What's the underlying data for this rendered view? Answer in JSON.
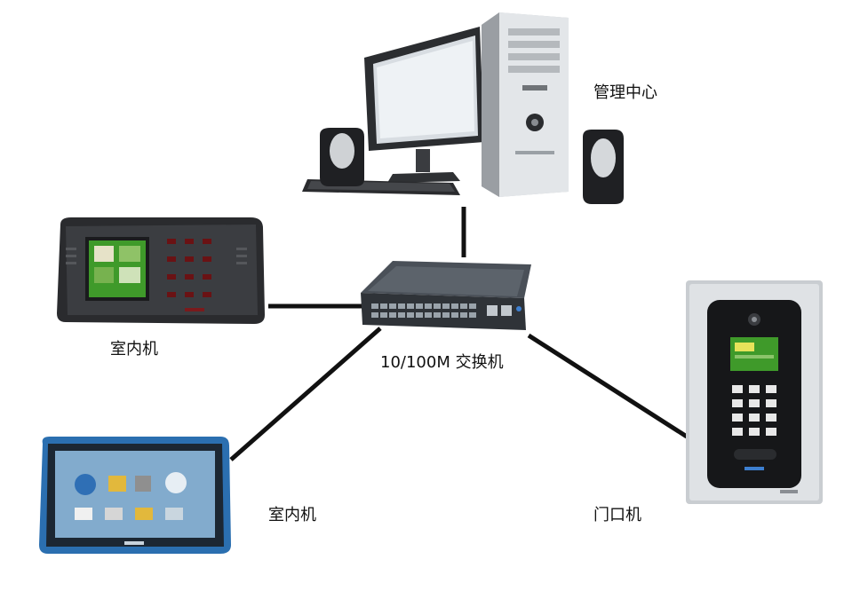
{
  "nodes": {
    "center": {
      "label": "管理中心",
      "icon": "desktop-computer-icon"
    },
    "indoor_1": {
      "label": "室内机",
      "icon": "indoor-monitor-icon"
    },
    "switch": {
      "label": "10/100M 交换机",
      "icon": "network-switch-icon"
    },
    "indoor_2": {
      "label": "室内机",
      "icon": "touchscreen-tablet-icon"
    },
    "door": {
      "label": "门口机",
      "icon": "door-station-icon"
    }
  },
  "edges": [
    {
      "from": "switch",
      "to": "center"
    },
    {
      "from": "switch",
      "to": "indoor_1"
    },
    {
      "from": "switch",
      "to": "indoor_2"
    },
    {
      "from": "switch",
      "to": "door"
    }
  ],
  "colors": {
    "link": "#111111",
    "screen_green": "#3f9a2a",
    "panel_silver": "#c9cdd1",
    "tablet_blue": "#2b6fb0"
  }
}
